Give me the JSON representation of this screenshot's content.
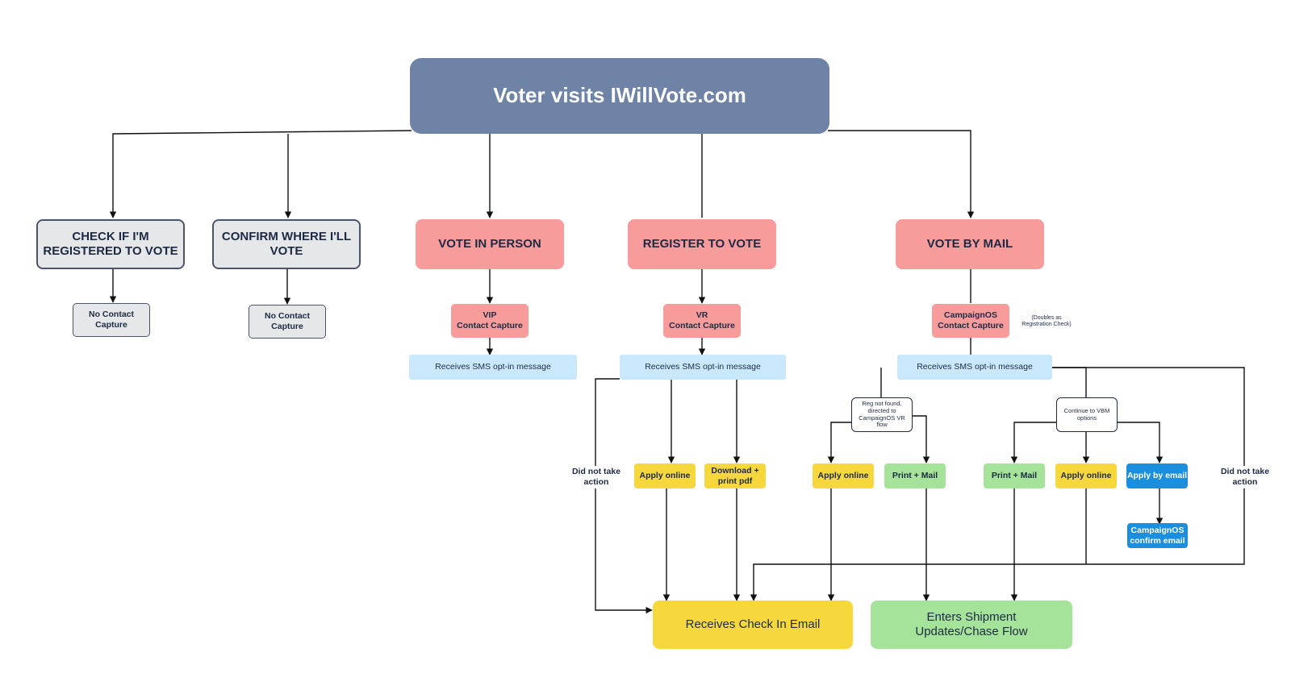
{
  "root": "Voter visits IWillVote.com",
  "categories": {
    "check": "CHECK IF I'M\nREGISTERED TO VOTE",
    "confirm": "CONFIRM WHERE I'LL\nVOTE",
    "in_person": "VOTE IN PERSON",
    "register": "REGISTER TO VOTE",
    "mail": "VOTE BY MAIL"
  },
  "capture": {
    "check": "No Contact\nCapture",
    "confirm": "No Contact\nCapture",
    "in_person": "VIP\nContact Capture",
    "register": "VR\nContact Capture",
    "mail": "CampaignOS\nContact Capture",
    "mail_note": "(Doubles as\nRegistration Check)"
  },
  "sms": {
    "in_person": "Receives SMS opt-in message",
    "register": "Receives SMS opt-in message",
    "mail": "Receives SMS opt-in message"
  },
  "decisions": {
    "reg_not_found": "Reg not found,\ndirected to\nCampaignOS VR\nflow",
    "continue_vbm": "Continue to VBM\noptions"
  },
  "labels": {
    "did_not_take_action_left": "Did not take\naction",
    "did_not_take_action_right": "Did not take\naction"
  },
  "options": {
    "vr_apply_online": "Apply online",
    "vr_download": "Download +\nprint pdf",
    "reg_apply_online": "Apply online",
    "reg_print_mail": "Print + Mail",
    "vbm_print_mail": "Print + Mail",
    "vbm_apply_online": "Apply online",
    "vbm_apply_email": "Apply by email",
    "confirm_email": "CampaignOS\nconfirm email"
  },
  "outcomes": {
    "check_in": "Receives Check In Email",
    "shipment": "Enters Shipment\nUpdates/Chase Flow"
  },
  "colors": {
    "root": "#6e83a6",
    "category_gray": "#e6e7e9",
    "category_red": "#f89b9b",
    "sms": "#c9e8fb",
    "yellow": "#f6d83c",
    "green": "#a6e39a",
    "blue": "#1a8fe0"
  }
}
